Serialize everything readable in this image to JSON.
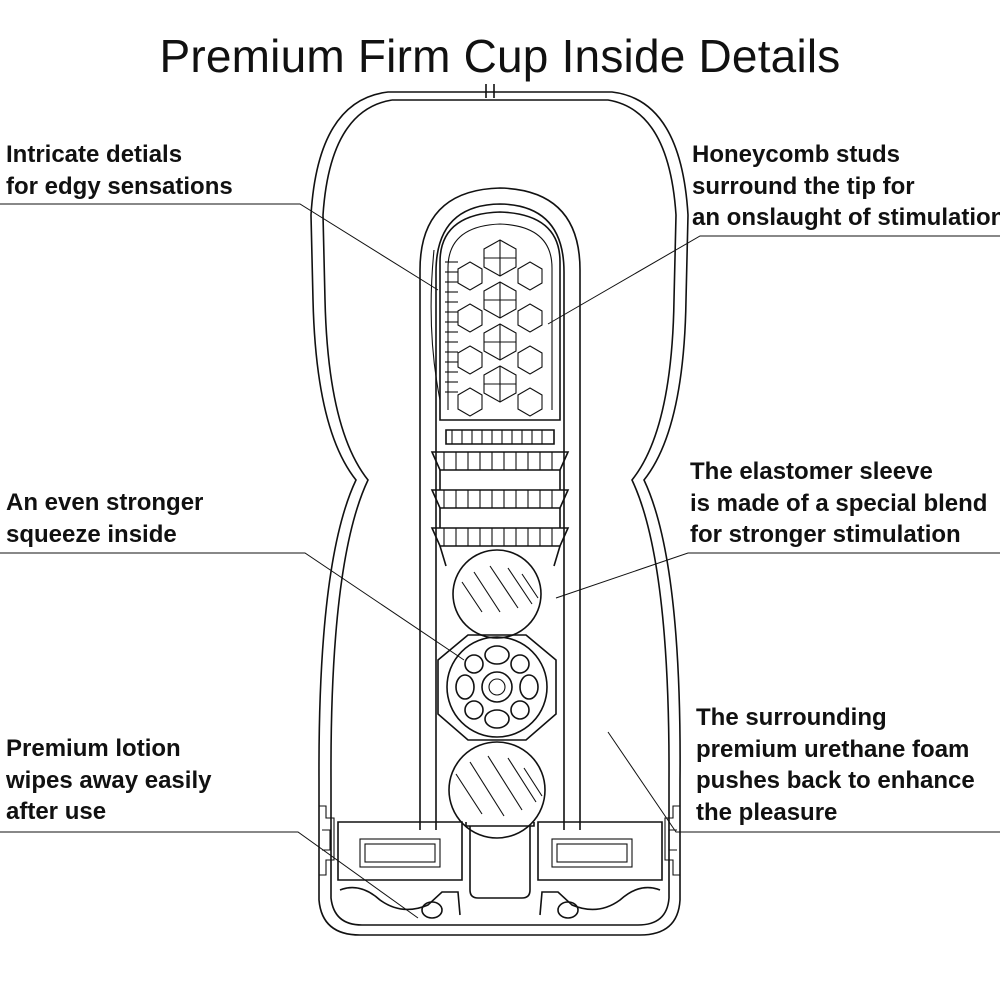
{
  "title": "Premium Firm Cup Inside Details",
  "callouts": [
    {
      "id": "intricate-details",
      "lines": [
        "Intricate detials",
        "for edgy sensations"
      ]
    },
    {
      "id": "honeycomb-studs",
      "lines": [
        "Honeycomb studs",
        "surround the tip for",
        "an onslaught of stimulation"
      ]
    },
    {
      "id": "stronger-squeeze",
      "lines": [
        "An even stronger",
        "squeeze inside"
      ]
    },
    {
      "id": "elastomer-sleeve",
      "lines": [
        "The elastomer sleeve",
        "is made of a special blend",
        "for stronger stimulation"
      ]
    },
    {
      "id": "premium-lotion",
      "lines": [
        "Premium lotion",
        "wipes away easily",
        "after use"
      ]
    },
    {
      "id": "urethane-foam",
      "lines": [
        "The surrounding",
        "premium urethane foam",
        "pushes back to enhance",
        "the pleasure"
      ]
    }
  ]
}
